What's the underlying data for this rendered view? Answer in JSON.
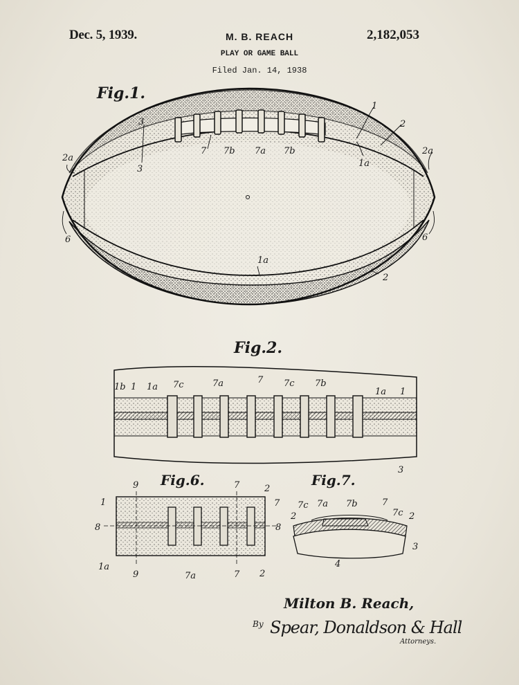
{
  "header": {
    "date": "Dec. 5, 1939.",
    "inventor": "M. B. REACH",
    "patent_number": "2,182,053",
    "title": "PLAY OR GAME BALL",
    "filed": "Filed Jan. 14, 1938"
  },
  "figures": {
    "fig1": {
      "label": "Fig.1.",
      "refs": [
        "1",
        "2",
        "2a",
        "2a",
        "3",
        "3",
        "7",
        "7b",
        "7a",
        "7b",
        "1a",
        "1a",
        "2",
        "6",
        "6"
      ]
    },
    "fig2": {
      "label": "Fig.2.",
      "refs": [
        "1b",
        "1",
        "1a",
        "7c",
        "7a",
        "7",
        "7c",
        "7b",
        "1a",
        "1",
        "3"
      ]
    },
    "fig6": {
      "label": "Fig.6.",
      "refs": [
        "9",
        "9",
        "7",
        "7",
        "2",
        "7",
        "1",
        "8",
        "8",
        "1a",
        "7a",
        "2"
      ]
    },
    "fig7": {
      "label": "Fig.7.",
      "refs": [
        "7c",
        "7a",
        "7b",
        "7",
        "7c",
        "2",
        "2",
        "3",
        "4"
      ]
    }
  },
  "signature": {
    "inventor_name": "Milton B. Reach,",
    "by": "By",
    "attorneys": "Spear, Donaldson & Hall",
    "attorneys_label": "Attorneys."
  },
  "colors": {
    "paper": "#ebe7dc",
    "ink": "#1a1a1a"
  }
}
